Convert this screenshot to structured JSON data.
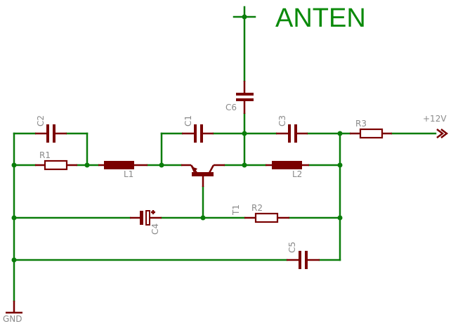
{
  "schematic": {
    "title": "ANTEN",
    "supply_label": "+12V",
    "ground_label": "GND",
    "colors": {
      "wire": "#0a7d0a",
      "component": "#7a0000",
      "label": "#8a8a8a",
      "title": "#0a8a0a",
      "background": "#ffffff"
    },
    "components": {
      "C1": "C1",
      "C2": "C2",
      "C3": "C3",
      "C4": "C4",
      "C5": "C5",
      "C6": "C6",
      "R1": "R1",
      "R2": "R2",
      "R3": "R3",
      "L1": "L1",
      "L2": "L2",
      "T1": "T1"
    }
  }
}
